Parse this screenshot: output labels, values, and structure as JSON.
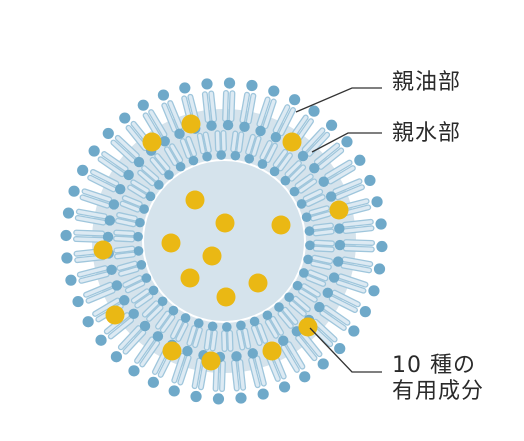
{
  "labels": {
    "lipophilic": "親油部",
    "hydrophilic": "親水部",
    "ingredients_line1": "10 種の",
    "ingredients_line2": "有用成分"
  },
  "colors": {
    "background": "#ffffff",
    "shell": "#d5e3ec",
    "inner": "#d5e3ec",
    "head": "#6fa9c9",
    "tail": "#ddeaf3",
    "tail_outline": "#9fc6dc",
    "ingredient": "#eab814",
    "leader": "#333333"
  },
  "structure": {
    "outer_head_count": 44,
    "inner_head_count": 38,
    "outer_ingredient_count": 10,
    "core_ingredient_count": 8
  }
}
